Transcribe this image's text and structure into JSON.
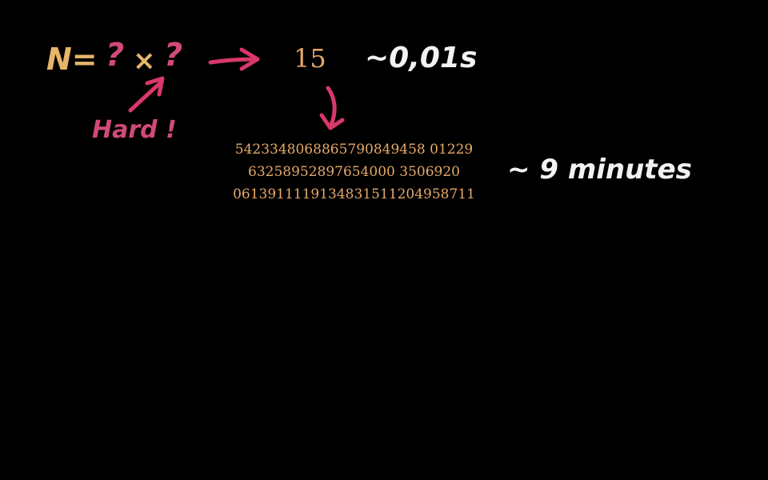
{
  "colors": {
    "background": "#000000",
    "equation": "#e6b56a",
    "question": "#d04a78",
    "arrow": "#d8386a",
    "number": "#e5a868",
    "note": "#f2f2f2"
  },
  "equation": {
    "left": "N=",
    "unknown_1": "?",
    "times": "×",
    "unknown_2": "?"
  },
  "small_case": {
    "result": "15",
    "time": "~0,01s"
  },
  "annotation": {
    "hard": "Hard !"
  },
  "large_case": {
    "lines": [
      "5423348068865790849458 01229",
      "63258952897654000 3506920",
      "0613911119134831511204958711"
    ],
    "time": "~ 9 minutes"
  }
}
